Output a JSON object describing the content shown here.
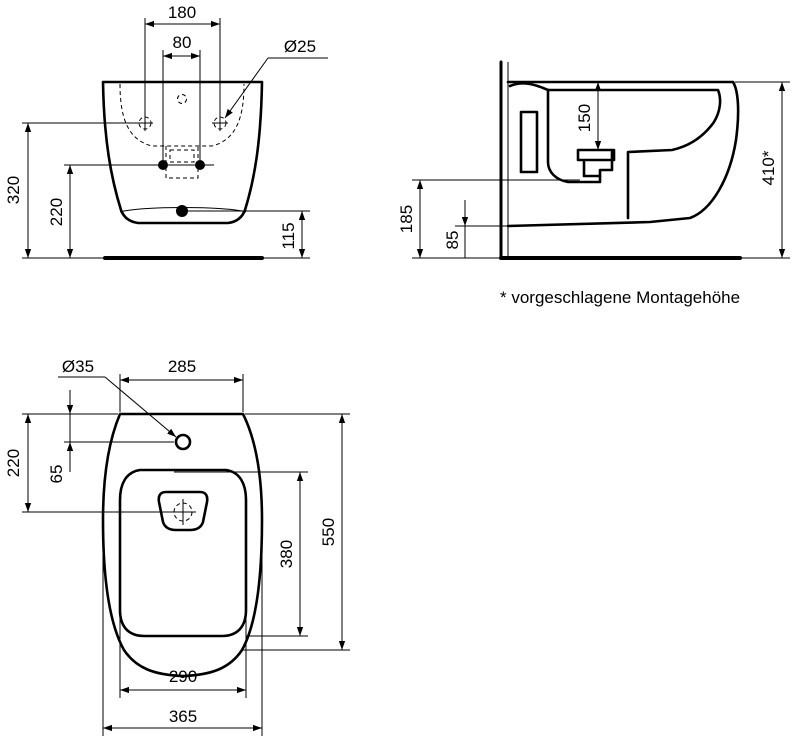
{
  "front_view": {
    "dim_180": "180",
    "dim_80": "80",
    "dim_d25": "Ø25",
    "dim_320": "320",
    "dim_220": "220",
    "dim_115": "115"
  },
  "side_view": {
    "dim_150": "150",
    "dim_410": "410*",
    "dim_185": "185",
    "dim_85": "85",
    "note": "* vorgeschlagene Montagehöhe"
  },
  "top_view": {
    "dim_d35": "Ø35",
    "dim_285": "285",
    "dim_220": "220",
    "dim_65": "65",
    "dim_380": "380",
    "dim_550": "550",
    "dim_290": "290",
    "dim_365": "365"
  }
}
